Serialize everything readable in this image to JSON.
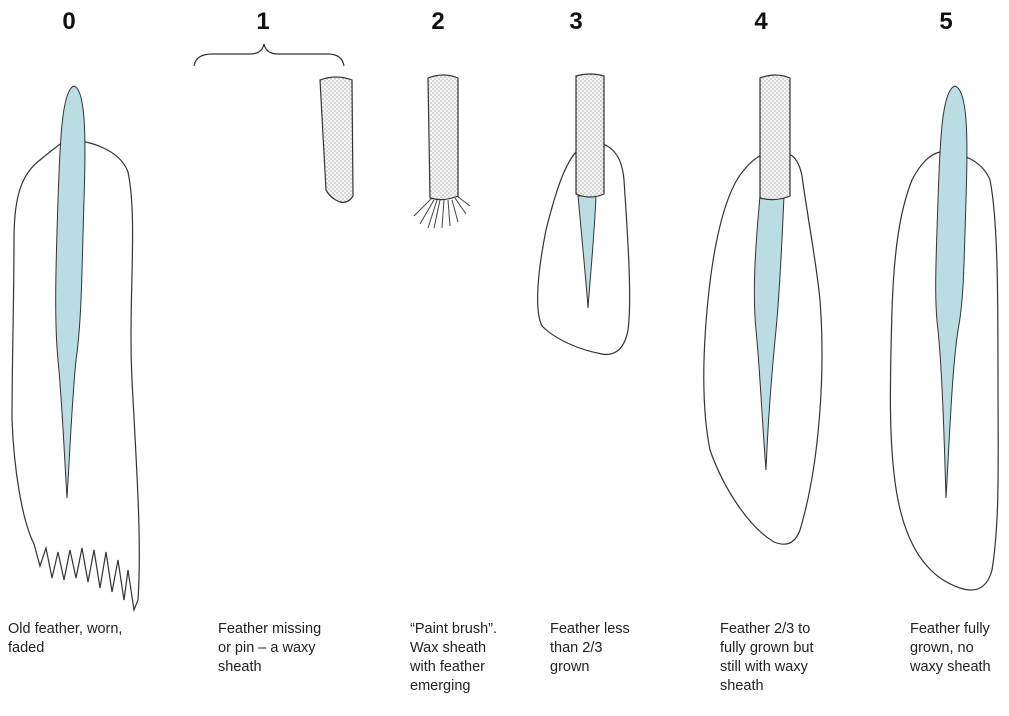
{
  "stages": [
    {
      "number": "0",
      "description": [
        "Old feather, worn,",
        "faded"
      ]
    },
    {
      "number": "1",
      "description": [
        "Feather missing",
        "or pin – a waxy",
        "sheath"
      ]
    },
    {
      "number": "2",
      "description": [
        "“Paint brush”.",
        "Wax sheath",
        "with feather",
        "emerging"
      ]
    },
    {
      "number": "3",
      "description": [
        "Feather less",
        "than 2/3",
        "grown"
      ]
    },
    {
      "number": "4",
      "description": [
        "Feather 2/3 to",
        "fully grown but",
        "still with waxy",
        "sheath"
      ]
    },
    {
      "number": "5",
      "description": [
        "Feather fully",
        "grown, no",
        "waxy sheath"
      ]
    }
  ],
  "colors": {
    "shaft": "#b9dde2",
    "outline": "#333333",
    "sheath_fill": "#f4f4f4"
  }
}
